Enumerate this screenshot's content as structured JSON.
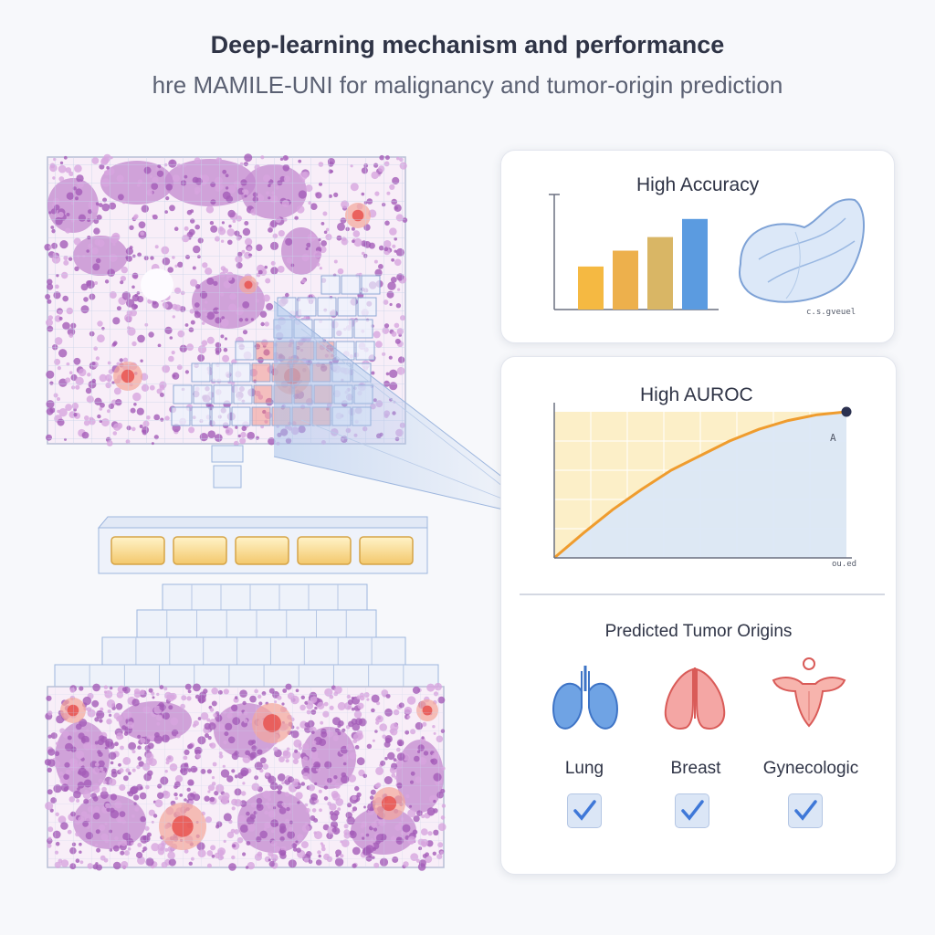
{
  "header": {
    "title": "Deep-learning mechanism and performance",
    "subtitle": "hre MAMILE-UNI for malignancy and tumor-origin prediction"
  },
  "accuracy_panel": {
    "title": "High Accuracy",
    "footnote": "c.s.gveuel",
    "chart_data": {
      "type": "bar",
      "values": [
        0.38,
        0.52,
        0.64,
        0.8
      ],
      "colors": [
        "#f5b942",
        "#edb04c",
        "#d9b665",
        "#5b9be0"
      ],
      "ylim": [
        0,
        1
      ]
    }
  },
  "auroc_panel": {
    "title": "High AUROC",
    "marker_label": "A",
    "footnote": "ou.ed",
    "chart_data": {
      "type": "line",
      "x": [
        0,
        0.1,
        0.2,
        0.3,
        0.4,
        0.5,
        0.6,
        0.7,
        0.8,
        0.9,
        1.0
      ],
      "y": [
        0,
        0.17,
        0.33,
        0.47,
        0.6,
        0.7,
        0.8,
        0.88,
        0.94,
        0.98,
        1.0
      ],
      "xlim": [
        0,
        1
      ],
      "ylim": [
        0,
        1
      ],
      "color": "#ef9c2e"
    }
  },
  "origins_panel": {
    "title": "Predicted Tumor Origins",
    "items": [
      {
        "label": "Lung",
        "icon": "lung-icon",
        "checked": true
      },
      {
        "label": "Breast",
        "icon": "breast-icon",
        "checked": true
      },
      {
        "label": "Gynecologic",
        "icon": "uterus-icon",
        "checked": true
      }
    ]
  },
  "colors": {
    "tissue_purple": "#b472c6",
    "tumor_red": "#ec6a64",
    "feature_yellow": "#f6d98c",
    "grid_blue": "#9fb7dc",
    "check_blue": "#3f78d8"
  }
}
